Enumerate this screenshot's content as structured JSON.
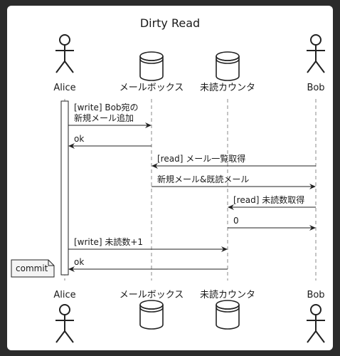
{
  "title": "Dirty Read",
  "participants": [
    {
      "id": "alice",
      "label": "Alice",
      "kind": "actor"
    },
    {
      "id": "mailbox",
      "label": "メールボックス",
      "kind": "database"
    },
    {
      "id": "counter",
      "label": "未読カウンタ",
      "kind": "database"
    },
    {
      "id": "bob",
      "label": "Bob",
      "kind": "actor"
    }
  ],
  "messages": [
    {
      "from": "alice",
      "to": "mailbox",
      "lines": [
        "[write] Bob宛の",
        "新規メール追加"
      ]
    },
    {
      "from": "mailbox",
      "to": "alice",
      "lines": [
        "ok"
      ]
    },
    {
      "from": "bob",
      "to": "mailbox",
      "lines": [
        "[read] メール一覧取得"
      ]
    },
    {
      "from": "mailbox",
      "to": "bob",
      "lines": [
        "新規メール&既読メール"
      ]
    },
    {
      "from": "bob",
      "to": "counter",
      "lines": [
        "[read] 未読数取得"
      ]
    },
    {
      "from": "counter",
      "to": "bob",
      "lines": [
        "0"
      ]
    },
    {
      "from": "alice",
      "to": "counter",
      "lines": [
        "[write] 未読数+1"
      ]
    },
    {
      "from": "counter",
      "to": "alice",
      "lines": [
        "ok"
      ]
    }
  ],
  "note": {
    "text": "commit",
    "attached_to": "alice"
  },
  "activation": {
    "participant": "alice"
  },
  "colors": {
    "line": "#222222",
    "lifeline": "#888888",
    "frame_bg": "#ffffff",
    "outer_bg": "#2b2b2b",
    "db_fill": "#ffffff",
    "note_fill": "#f4f4f4"
  }
}
